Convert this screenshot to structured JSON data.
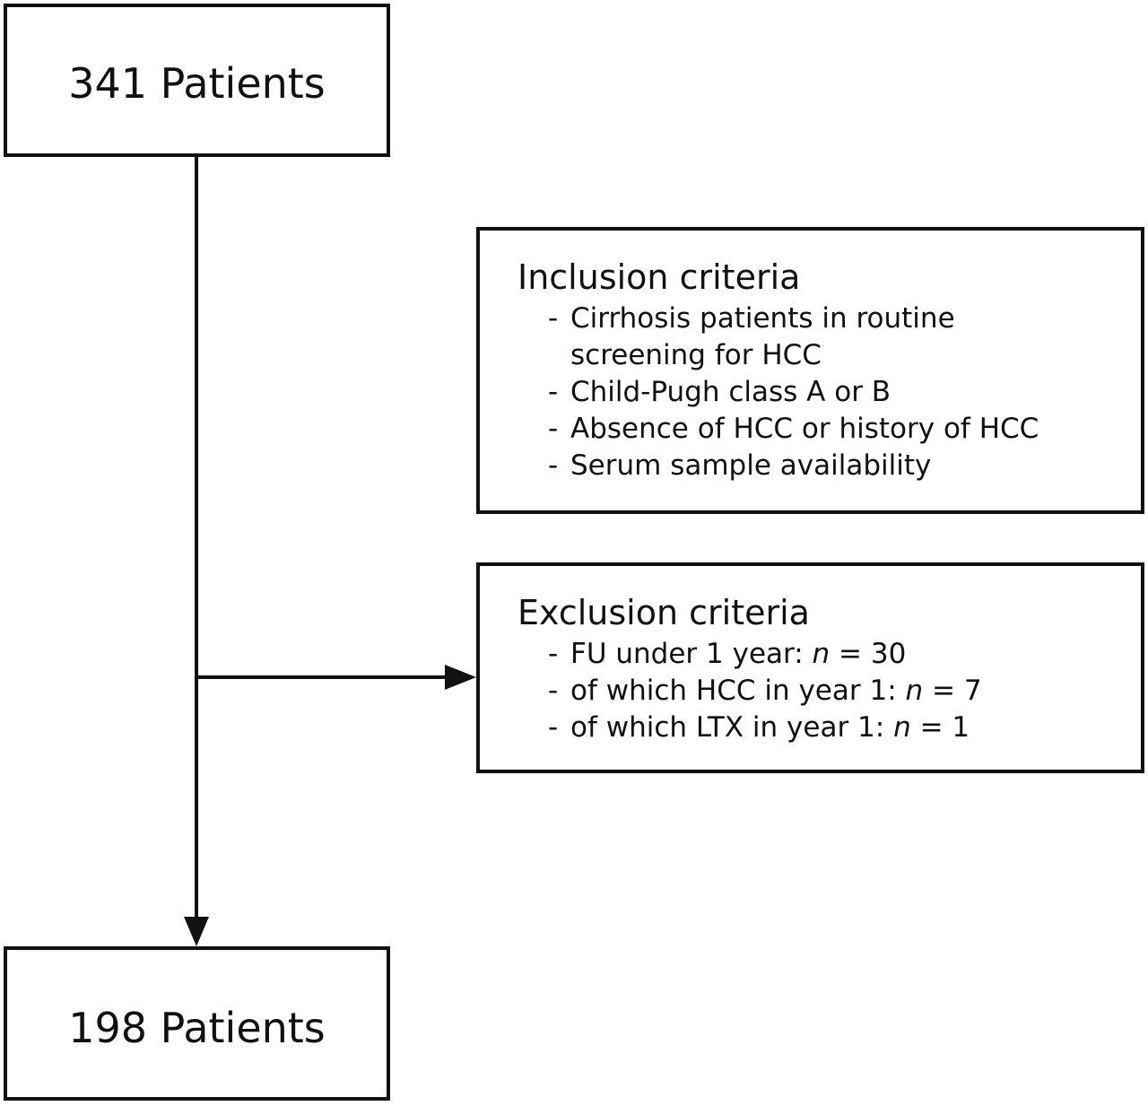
{
  "top_box": {
    "text": "341 Patients"
  },
  "inclusion": {
    "heading": "Inclusion criteria",
    "items": [
      "Cirrhosis patients in routine screening for HCC",
      "Child-Pugh class A or B",
      "Absence of HCC or history of HCC",
      "Serum sample availability"
    ]
  },
  "exclusion": {
    "heading": "Exclusion criteria",
    "items": [
      {
        "text": "FU under 1 year: ",
        "var": "n",
        "rest": " = 30"
      },
      {
        "text": "of which HCC in year 1: ",
        "var": "n",
        "rest": " = 7"
      },
      {
        "text": "of which LTX in year 1: ",
        "var": "n",
        "rest": " = 1"
      }
    ]
  },
  "bottom_box": {
    "text": "198 Patients"
  },
  "colors": {
    "line": "#111111",
    "background": "#ffffff"
  }
}
